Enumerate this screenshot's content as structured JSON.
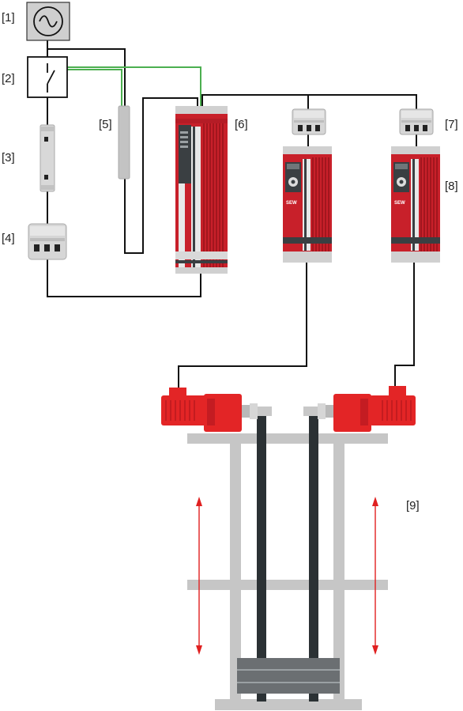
{
  "labels": {
    "l1": "[1]",
    "l2": "[2]",
    "l3": "[3]",
    "l4": "[4]",
    "l5": "[5]",
    "l6": "[6]",
    "l7": "[7]",
    "l8": "[8]",
    "l9": "[9]"
  },
  "drive_logo": "SEW",
  "colors": {
    "wire": "#111111",
    "ground_wire": "#4caf50",
    "device_gray": "#c8c8c8",
    "drive_red": "#d4202c",
    "motor_red": "#e32526",
    "belt": "#2b3134",
    "arrow": "#e02020"
  }
}
